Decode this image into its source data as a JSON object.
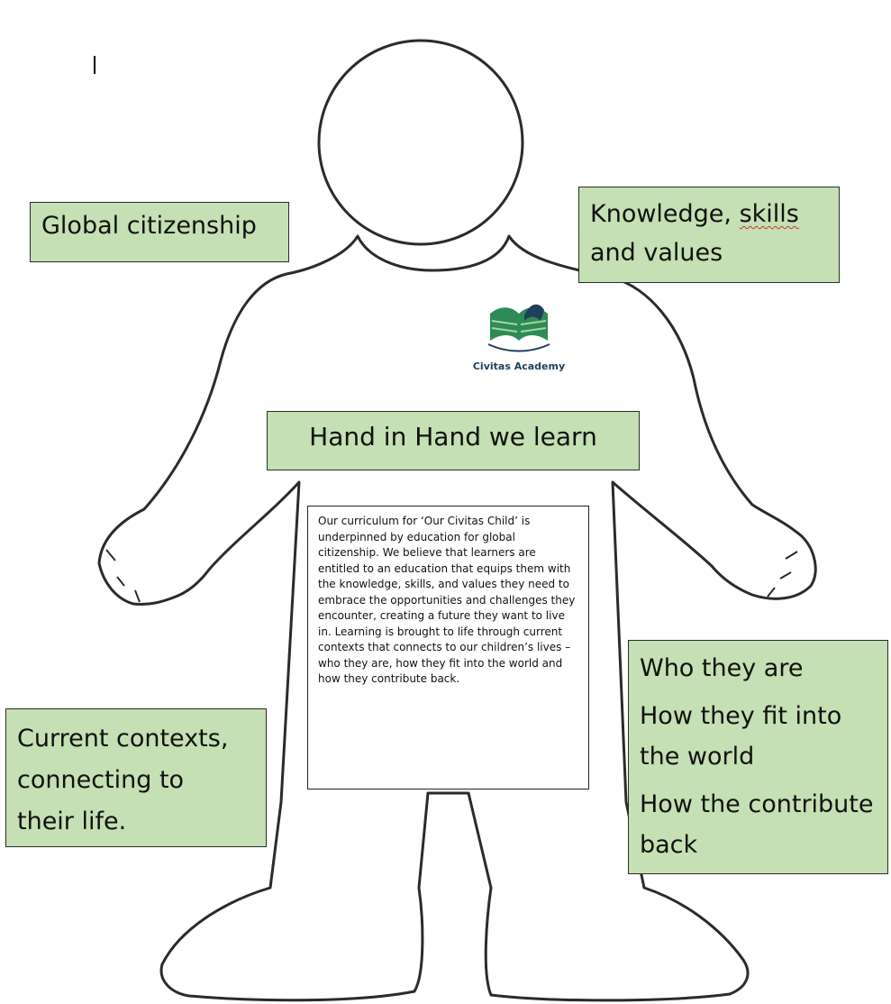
{
  "colors": {
    "box_fill": "#c5e0b4",
    "outline": "#2b2b2b",
    "logo_green": "#2e8b57",
    "logo_navy": "#1f3f5b"
  },
  "labels": {
    "global": "Global citizenship",
    "knowledge_prefix": "Knowledge, ",
    "knowledge_word": "skills",
    "knowledge_rest": "and values",
    "hand": "Hand in Hand we learn",
    "current_lines": [
      "Current contexts,",
      "connecting to",
      "their life."
    ],
    "who_lines": [
      "Who they are",
      "How they fit into the world",
      "How the contribute back"
    ]
  },
  "description": "Our curriculum for ‘Our Civitas Child’ is underpinned by education for global citizenship. We believe that learners are entitled to an education that equips them with the knowledge, skills, and values they need to embrace the opportunities and challenges they encounter, creating a future they want to live in. Learning is brought to life through current contexts that connects to our children’s lives – who they are, how they fit into the world and how they contribute back.",
  "logo": {
    "name": "Civitas Academy",
    "icon": "open-book-icon"
  }
}
